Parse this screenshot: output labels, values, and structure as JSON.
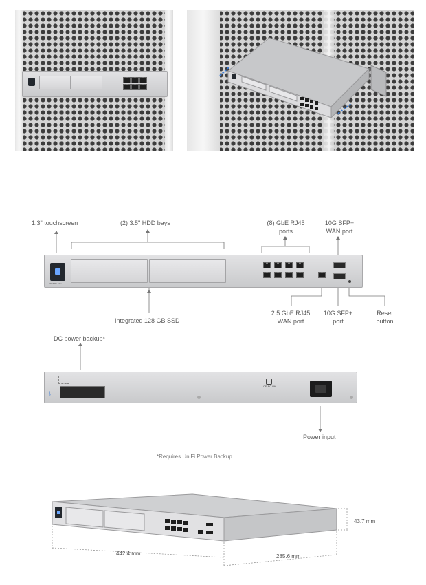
{
  "labels": {
    "touchscreen": "1.3\" touchscreen",
    "hdd_bays": "(2) 3.5\" HDD bays",
    "gbe_ports_line1": "(8) GbE RJ45",
    "gbe_ports_line2": "ports",
    "sfp_wan_line1": "10G SFP+",
    "sfp_wan_line2": "WAN port",
    "ssd": "Integrated 128 GB SSD",
    "rj45_wan_line1": "2.5 GbE RJ45",
    "rj45_wan_line2": "WAN port",
    "sfp_port_line1": "10G SFP+",
    "sfp_port_line2": "port",
    "reset_line1": "Reset",
    "reset_line2": "button",
    "dc_power": "DC power backup*",
    "power_input": "Power input"
  },
  "footnote": "*Requires UniFi Power Backup.",
  "dimensions": {
    "height": "43.7 mm",
    "width": "442.4 mm",
    "depth": "285.6 mm"
  },
  "device_text": {
    "front_brand": "UDM Pro Max",
    "rear_marks": "CE FC UK"
  },
  "colors": {
    "chassis": "#d5d6d8",
    "port": "#1e1e1e",
    "screen": "#23282e",
    "perforated_panel": "#3d3d3d"
  }
}
